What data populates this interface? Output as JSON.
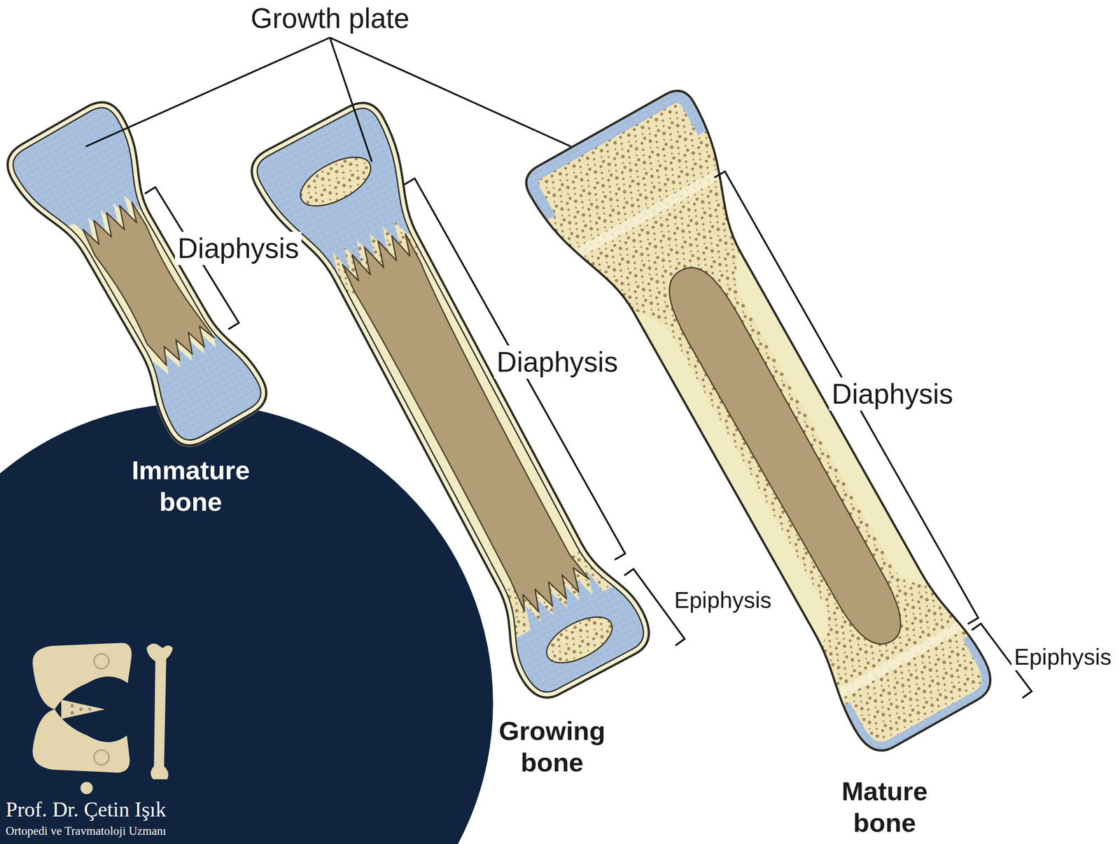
{
  "diagram": {
    "nodes": [
      {
        "text": [
          "Immature bone",
          "Prof. Dr. Çetin Işık",
          "Ortopedi ve Travmatoloji Uzmanı"
        ]
      }
    ],
    "labels": [
      "Growth plate",
      "Diaphysis",
      "Diaphysis",
      "Diaphysis",
      "Epiphysis",
      "Epiphysis",
      "Growing bone",
      "Mature bone"
    ]
  }
}
